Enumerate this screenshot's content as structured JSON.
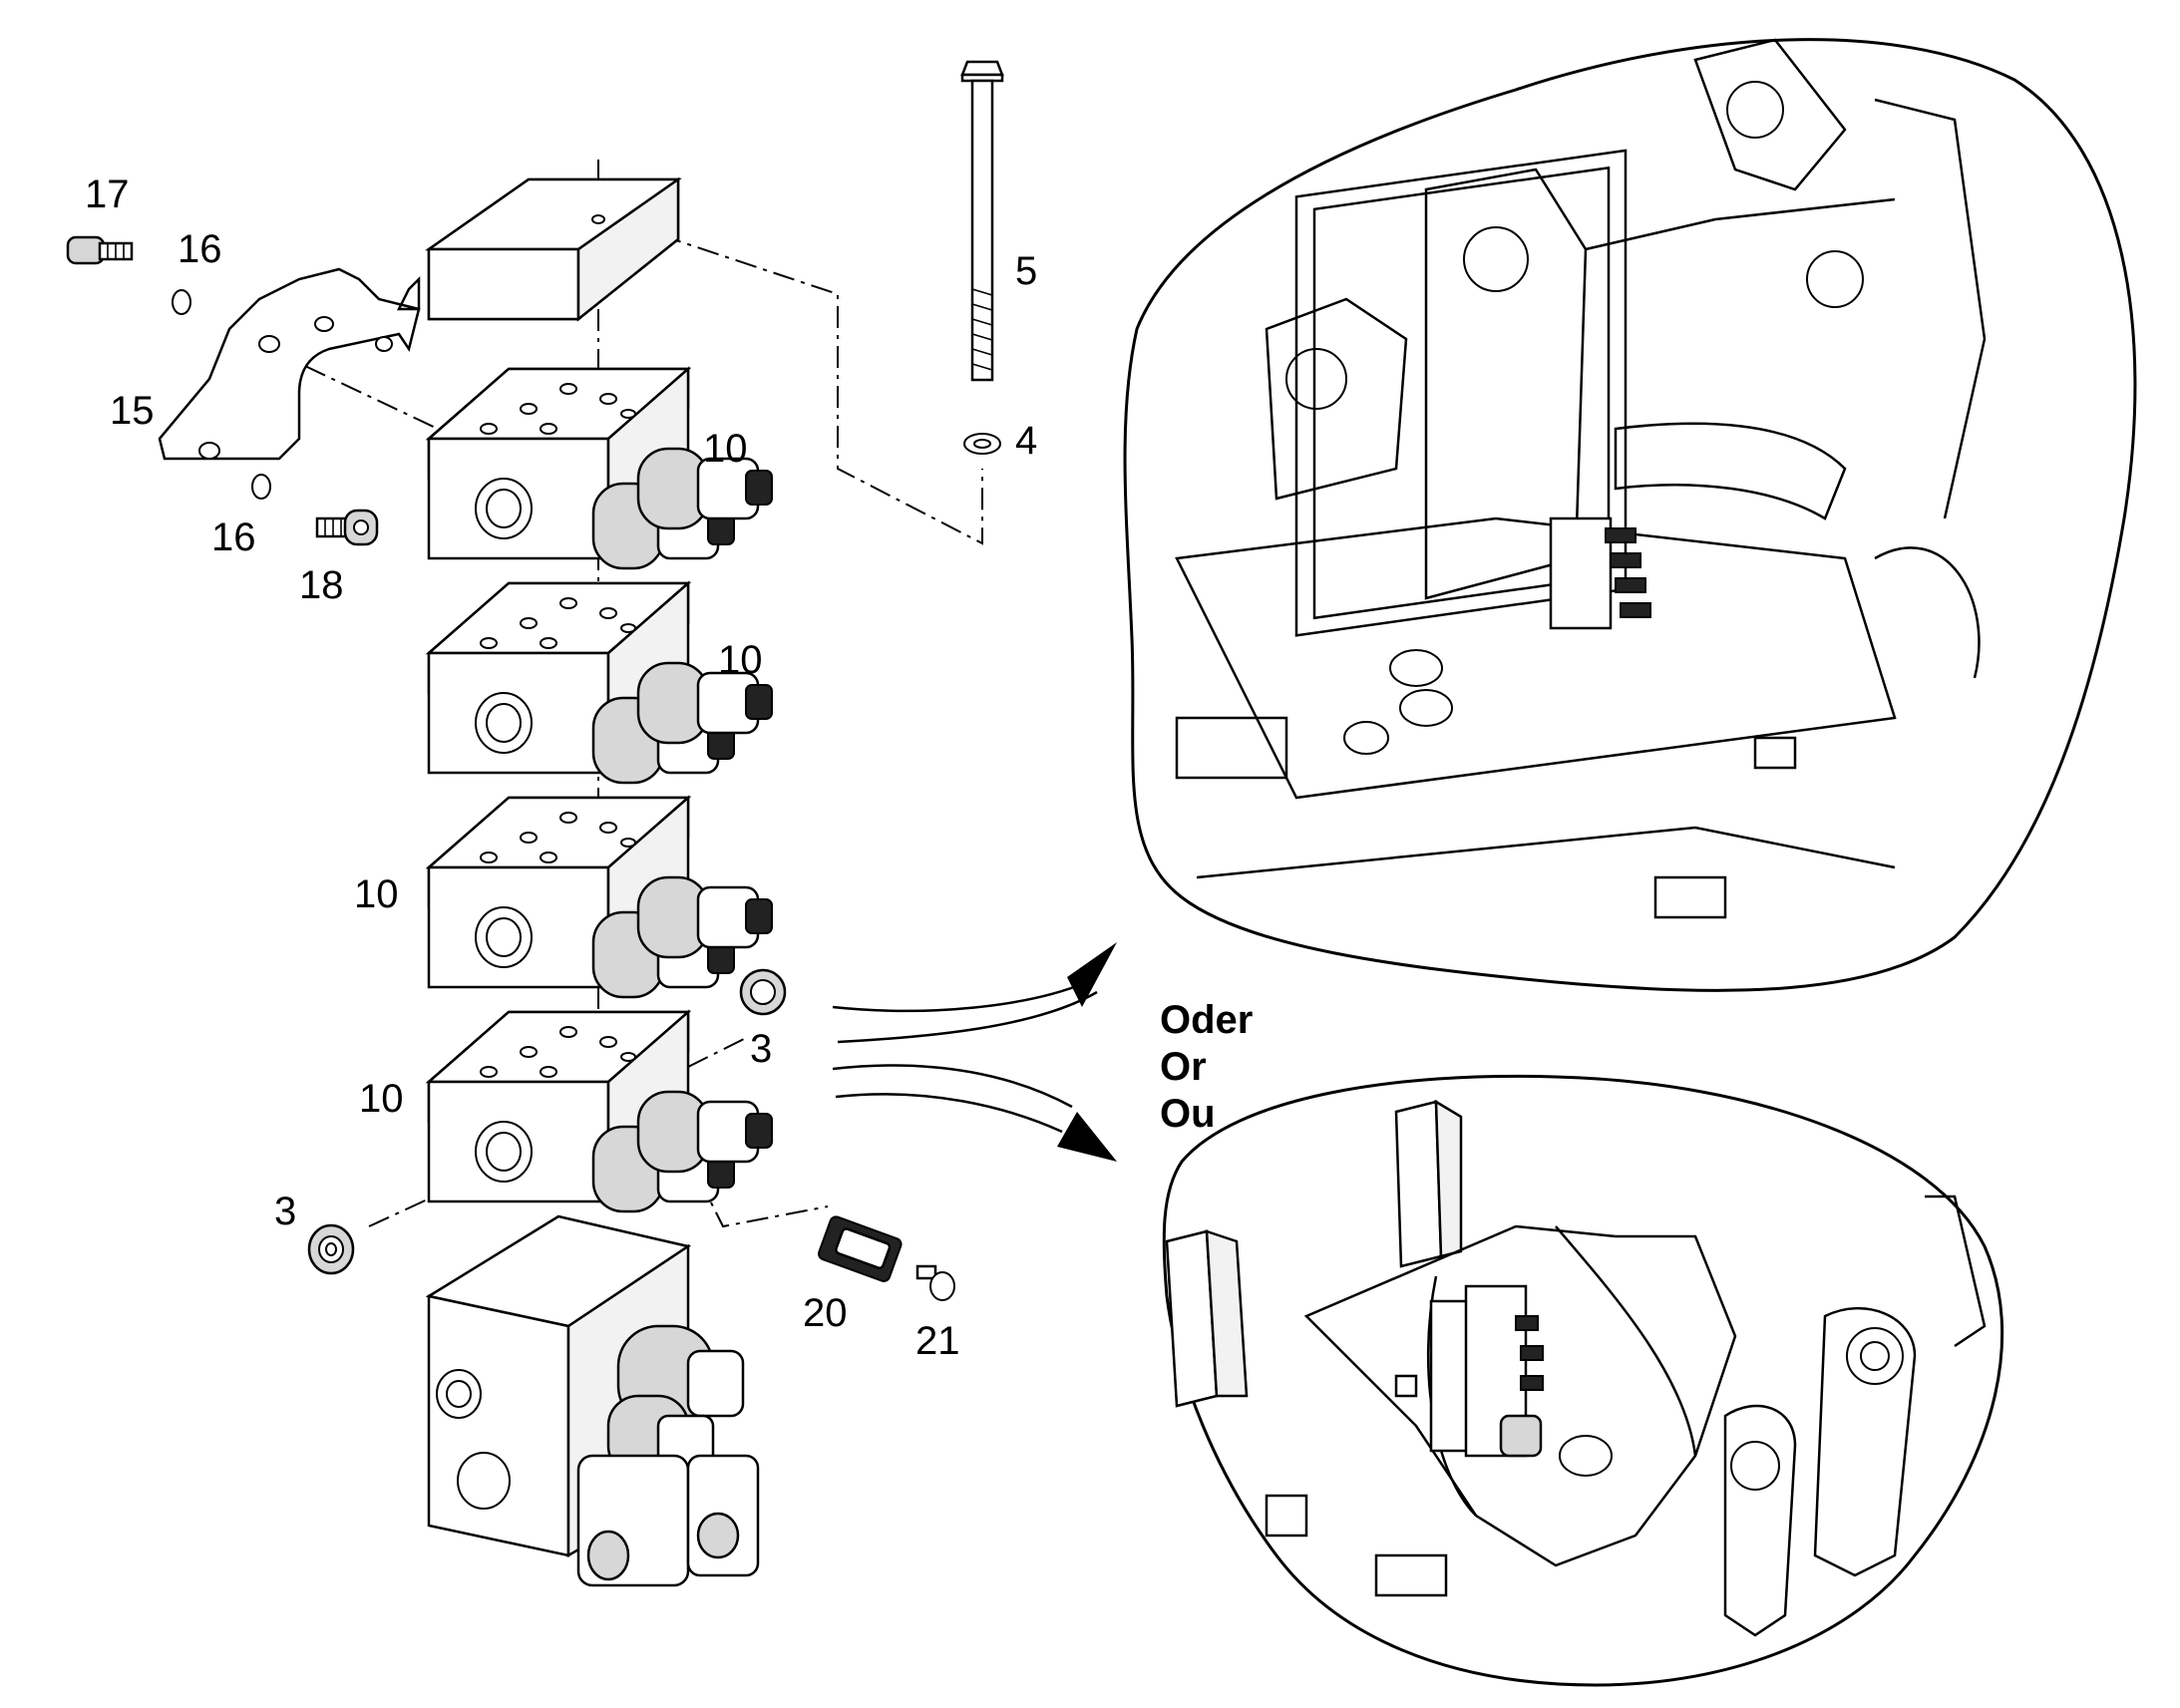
{
  "callouts": {
    "c17": "17",
    "c16a": "16",
    "c15": "15",
    "c16b": "16",
    "c18": "18",
    "c5": "5",
    "c4": "4",
    "c10a": "10",
    "c10b": "10",
    "c10c": "10",
    "c10d": "10",
    "c3a": "3",
    "c3b": "3",
    "c20": "20",
    "c21": "21"
  },
  "alternatives": {
    "line1": "Oder",
    "line2": "Or",
    "line3": "Ou"
  }
}
